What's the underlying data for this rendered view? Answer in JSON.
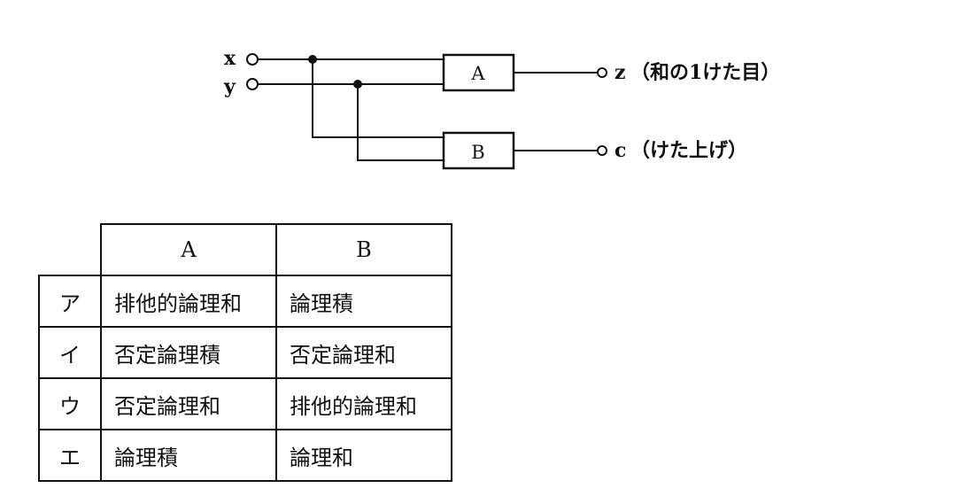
{
  "circuit": {
    "inputs": [
      "x",
      "y"
    ],
    "gates": [
      "A",
      "B"
    ],
    "outputs": [
      {
        "name": "z",
        "desc": "（和の1けた目）"
      },
      {
        "name": "c",
        "desc": "（けた上げ）"
      }
    ]
  },
  "table": {
    "headers": [
      "A",
      "B"
    ],
    "rows": [
      {
        "label": "ア",
        "a": "排他的論理和",
        "b": "論理積"
      },
      {
        "label": "イ",
        "a": "否定論理積",
        "b": "否定論理和"
      },
      {
        "label": "ウ",
        "a": "否定論理和",
        "b": "排他的論理和"
      },
      {
        "label": "エ",
        "a": "論理積",
        "b": "論理和"
      }
    ]
  }
}
